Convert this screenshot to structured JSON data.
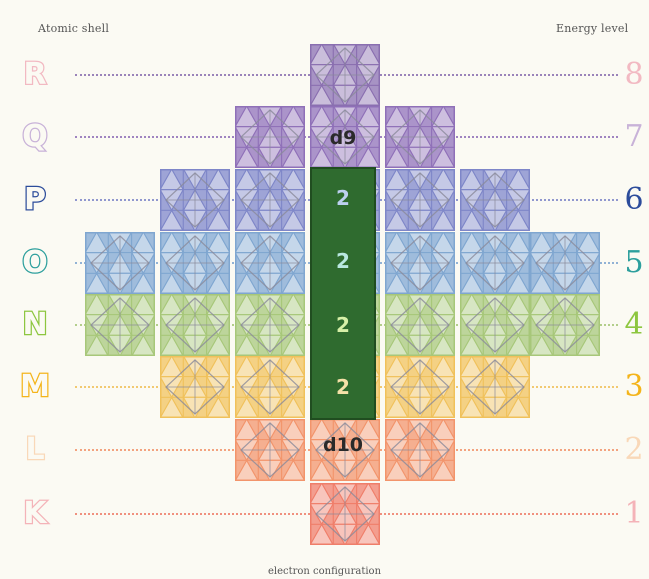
{
  "header": {
    "left_title": "Atomic shell",
    "right_title": "Energy level"
  },
  "rows": [
    {
      "shell": "R",
      "level": "8",
      "color": "#f2b9c2"
    },
    {
      "shell": "Q",
      "level": "7",
      "color": "#c8b2d8"
    },
    {
      "shell": "P",
      "level": "6",
      "color": "#2c4c9b"
    },
    {
      "shell": "O",
      "level": "5",
      "color": "#2d9f9d"
    },
    {
      "shell": "N",
      "level": "4",
      "color": "#8dc63f"
    },
    {
      "shell": "M",
      "level": "3",
      "color": "#f4b41a"
    },
    {
      "shell": "L",
      "level": "2",
      "color": "#f9d8b8"
    },
    {
      "shell": "K",
      "level": "1",
      "color": "#f4b3b8"
    }
  ],
  "block_colors": {
    "R": "#8a6fb0",
    "Q": "#8f70b8",
    "P": "#7e86c8",
    "O": "#7fa6d0",
    "N": "#a7c779",
    "M": "#f0c15b",
    "L": "#f2946b",
    "K": "#ef7e6a"
  },
  "core": {
    "color": "#2f6b2f",
    "labels": [
      "2",
      "2",
      "2",
      "2"
    ],
    "label_colors": [
      "#bcd0f0",
      "#b9e7e0",
      "#d7f0a8",
      "#f5e1a8"
    ]
  },
  "d_labels": {
    "top": "d9",
    "bottom": "d10"
  },
  "footer": {
    "caption": "electron configuration"
  }
}
